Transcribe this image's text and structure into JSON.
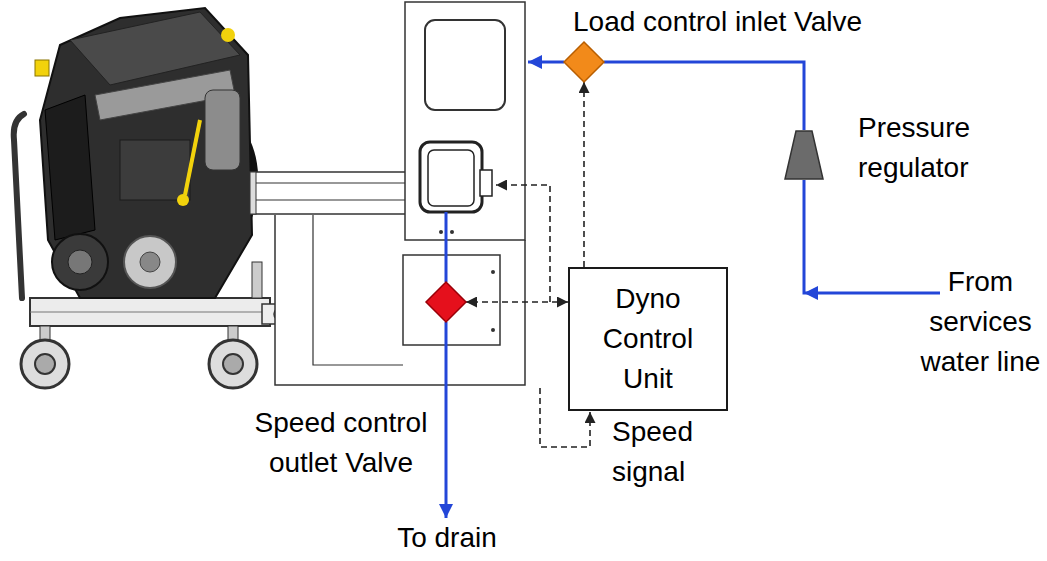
{
  "diagram": {
    "nodes": [
      {
        "text": [
          "Load control inlet Valve"
        ]
      },
      {
        "text": [
          "Pressure regulator"
        ]
      },
      {
        "text": [
          "Speed control outlet Valve"
        ]
      },
      {
        "text": [
          "Dyno Control Unit"
        ]
      }
    ],
    "edges": [
      {
        "from": 1,
        "to": 0,
        "arrow": "none"
      },
      {
        "from": 3,
        "to": 0,
        "arrow": "to"
      },
      {
        "from": 3,
        "to": 2,
        "arrow": "both"
      }
    ],
    "labels": [
      "Speed signal",
      "From services water line",
      "To drain"
    ]
  }
}
